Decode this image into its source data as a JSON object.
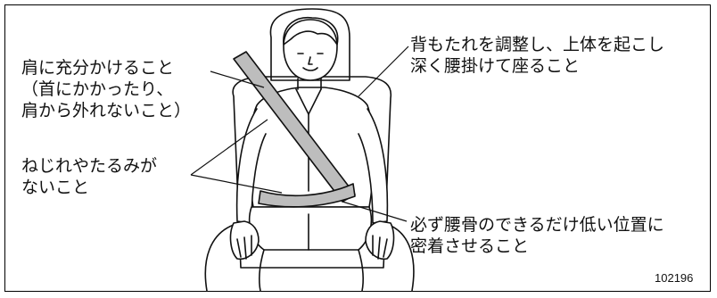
{
  "annotations": {
    "shoulder": {
      "line1": "肩に充分かけること",
      "line2": "（首にかかったり、",
      "line3": "肩から外れないこと）"
    },
    "twist": {
      "line1": "ねじれやたるみが",
      "line2": "ないこと"
    },
    "seatback": {
      "line1": "背もたれを調整し、上体を起こし",
      "line2": "深く腰掛けて座ること"
    },
    "hip": {
      "line1": "必ず腰骨のできるだけ低い位置に",
      "line2": "密着させること"
    }
  },
  "figure_code": "102196",
  "colors": {
    "line": "#111111",
    "belt": "#bdbdbd",
    "background": "#ffffff"
  }
}
